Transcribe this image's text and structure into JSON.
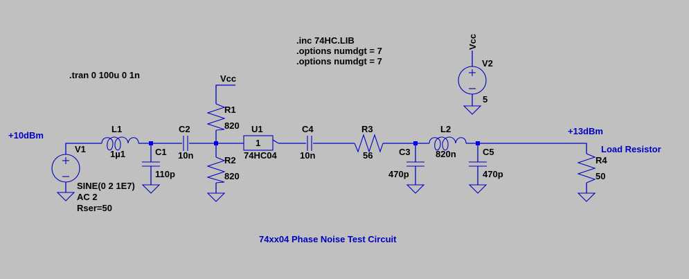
{
  "title": "74xx04 Phase Noise Test Circuit",
  "directives": {
    "tran": ".tran 0 100u 0 1n",
    "inc": ".inc 74HC.LIB",
    "options1": ".options numdgt = 7",
    "options2": ".options numdgt = 7"
  },
  "nets": {
    "input_level": "+10dBm",
    "output_level": "+13dBm",
    "vcc_top": "Vcc",
    "vcc_supply": "Vcc",
    "load_comment": "Load Resistor"
  },
  "components": {
    "V1": {
      "name": "V1",
      "value": "SINE(0 2 1E7)",
      "ac": "AC 2",
      "rser": "Rser=50"
    },
    "V2": {
      "name": "V2",
      "value": "5"
    },
    "L1": {
      "name": "L1",
      "value": "1µ1"
    },
    "L2": {
      "name": "L2",
      "value": "820n"
    },
    "C1": {
      "name": "C1",
      "value": "110p"
    },
    "C2": {
      "name": "C2",
      "value": "10n"
    },
    "C3": {
      "name": "C3",
      "value": "470p"
    },
    "C4": {
      "name": "C4",
      "value": "10n"
    },
    "C5": {
      "name": "C5",
      "value": "470p"
    },
    "R1": {
      "name": "R1",
      "value": "820"
    },
    "R2": {
      "name": "R2",
      "value": "820"
    },
    "R3": {
      "name": "R3",
      "value": "56"
    },
    "R4": {
      "name": "R4",
      "value": "50"
    },
    "U1": {
      "name": "U1",
      "value": "74HC04",
      "gate_label": "1"
    }
  },
  "colors": {
    "background": "#c0c0c0",
    "wire": "#0000c0",
    "junction": "#0000f0",
    "text": "#000000",
    "comment": "#0000c0"
  }
}
